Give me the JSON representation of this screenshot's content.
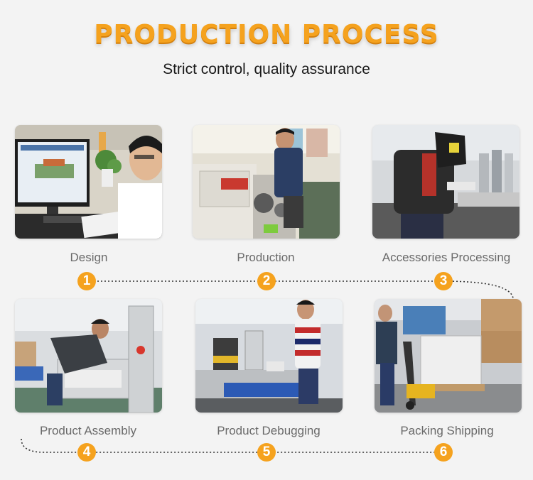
{
  "header": {
    "title": "PRODUCTION PROCESS",
    "subtitle": "Strict control, quality assurance"
  },
  "colors": {
    "accent": "#f5a21e",
    "caption": "#6a6a6a",
    "background": "#f3f3f3"
  },
  "steps": [
    {
      "number": "1",
      "label": "Design"
    },
    {
      "number": "2",
      "label": "Production"
    },
    {
      "number": "3",
      "label": "Accessories Processing"
    },
    {
      "number": "4",
      "label": "Product Assembly"
    },
    {
      "number": "5",
      "label": "Product Debugging"
    },
    {
      "number": "6",
      "label": "Packing Shipping"
    }
  ]
}
